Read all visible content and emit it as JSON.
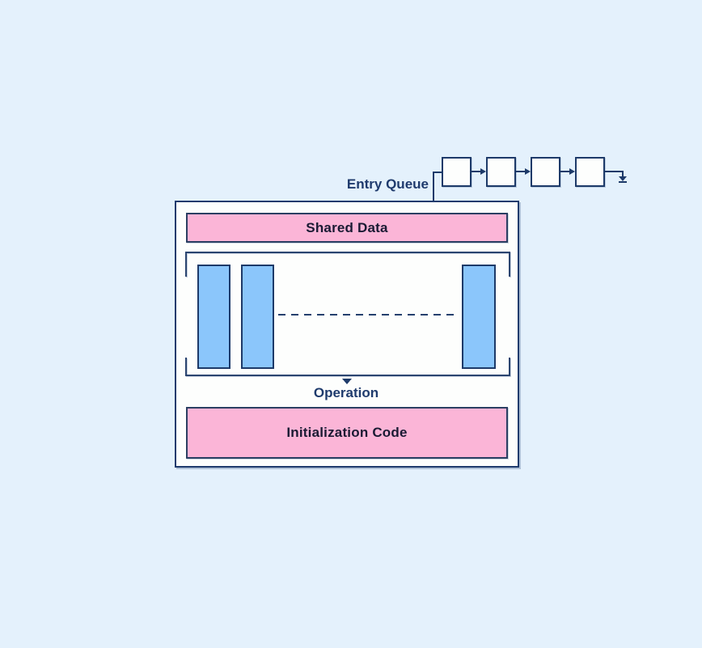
{
  "colors": {
    "background": "#e4f1fc",
    "navy": "#1f3b6d",
    "pink": "#fbb5d7",
    "blue": "#8bc6fb",
    "box_fill": "#fdfefd",
    "dark_text": "#1a1a33"
  },
  "entry_queue": {
    "label": "Entry Queue",
    "node_count": 4
  },
  "monitor": {
    "shared_data_label": "Shared Data",
    "operation_label": "Operation",
    "initialization_label": "Initialization Code",
    "operation_bar_count": 3
  }
}
